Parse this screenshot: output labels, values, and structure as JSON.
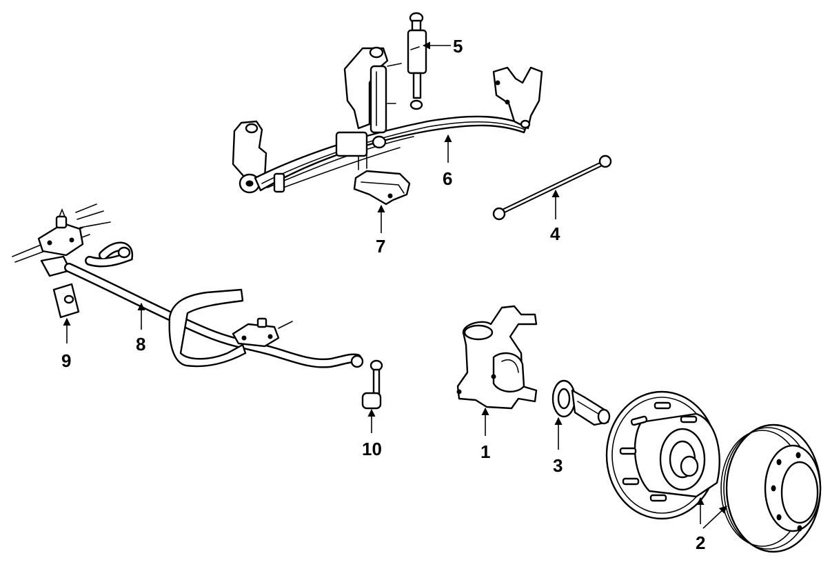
{
  "callouts": {
    "c1": "1",
    "c2": "2",
    "c3": "3",
    "c4": "4",
    "c5": "5",
    "c6": "6",
    "c7": "7",
    "c8": "8",
    "c9": "9",
    "c10": "10"
  },
  "style": {
    "line_color": "#000000",
    "background": "#ffffff"
  }
}
